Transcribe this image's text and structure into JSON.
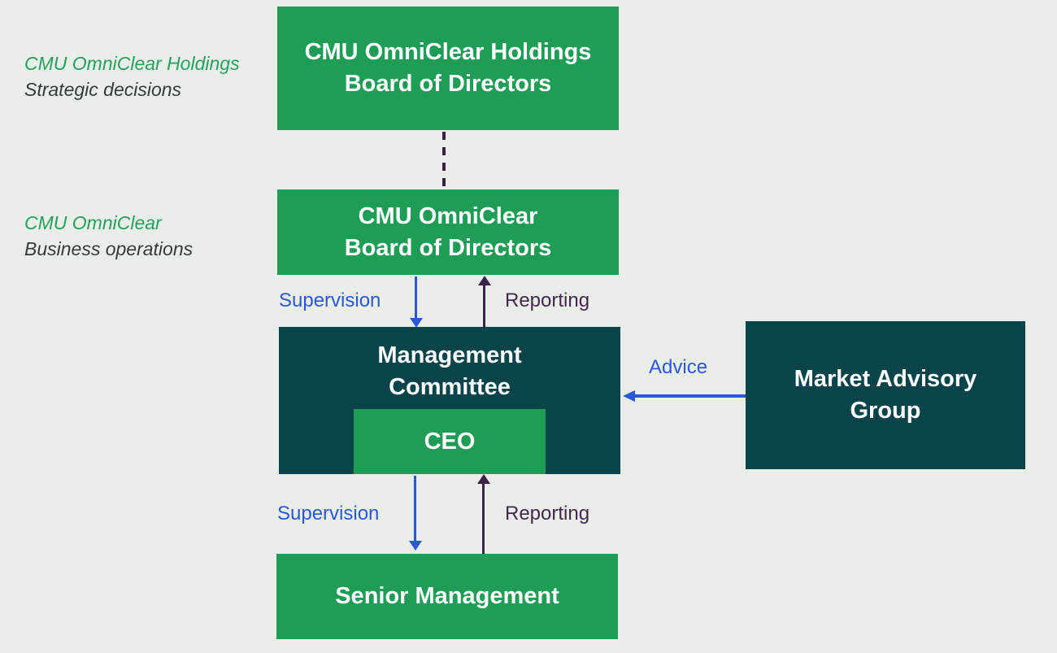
{
  "colors": {
    "background": "#e9efe8",
    "green_box": "#1f9d57",
    "teal_box": "#0a444b",
    "blue_accent": "#2b57d9",
    "purple_accent": "#3e2149",
    "side_label_green": "#279f5e",
    "side_label_dark": "#343a39",
    "box_text": "#ffffff"
  },
  "side_labels": [
    {
      "title": "CMU OmniClear Holdings",
      "subtitle": "Strategic decisions"
    },
    {
      "title": "CMU OmniClear",
      "subtitle": "Business operations"
    }
  ],
  "boxes": {
    "holdings_board": {
      "line1": "CMU OmniClear Holdings",
      "line2": "Board of Directors"
    },
    "omniclear_board": {
      "line1": "CMU OmniClear",
      "line2": "Board of Directors"
    },
    "management_committee": {
      "line1": "Management",
      "line2": "Committee"
    },
    "ceo": {
      "label": "CEO"
    },
    "market_advisory": {
      "line1": "Market Advisory",
      "line2": "Group"
    },
    "senior_management": {
      "label": "Senior Management"
    }
  },
  "edge_labels": {
    "supervision_top": "Supervision",
    "reporting_top": "Reporting",
    "advice": "Advice",
    "supervision_bottom": "Supervision",
    "reporting_bottom": "Reporting"
  }
}
